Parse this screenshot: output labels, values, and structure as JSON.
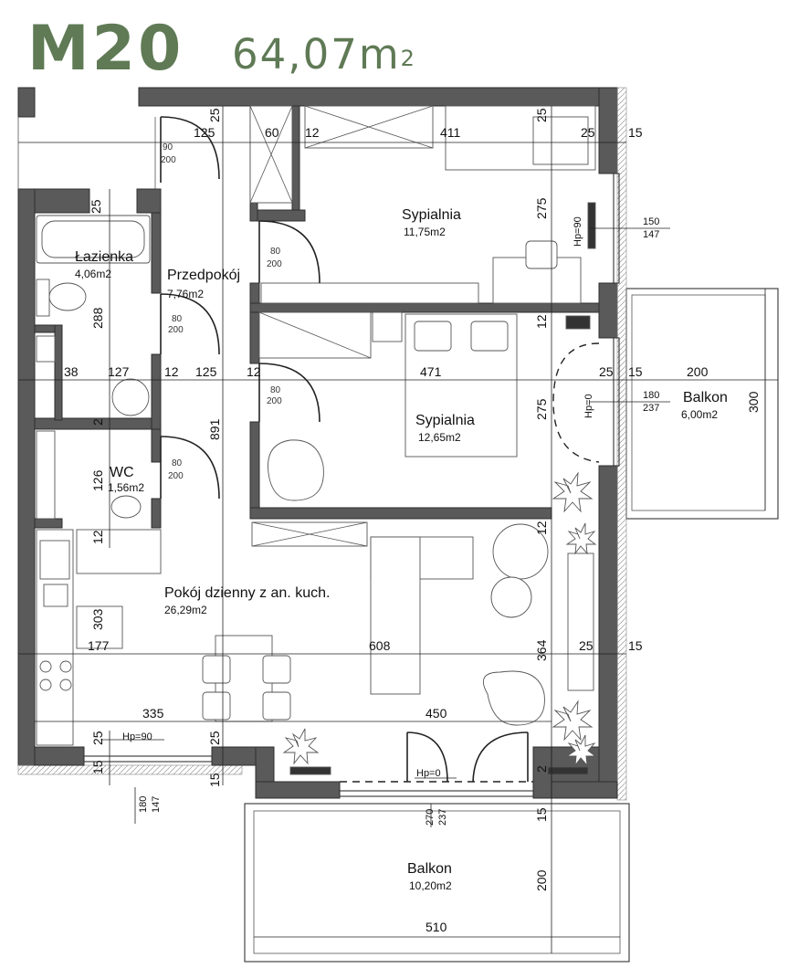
{
  "header": {
    "code": "M20",
    "area_value": "64,07m",
    "area_sup": "2",
    "accent_color": "#5f7a55"
  },
  "rooms": [
    {
      "id": "sypialnia-1",
      "name": "Sypialnia",
      "area": "11,75m2"
    },
    {
      "id": "sypialnia-2",
      "name": "Sypialnia",
      "area": "12,65m2"
    },
    {
      "id": "lazienka",
      "name": "Łazienka",
      "area": "4,06m2"
    },
    {
      "id": "przedpokoj",
      "name": "Przedpokój",
      "area": "7,76m2"
    },
    {
      "id": "wc",
      "name": "WC",
      "area": "1,56m2"
    },
    {
      "id": "pokoj-dzienny",
      "name": "Pokój dzienny z an. kuch.",
      "area": "26,29m2"
    },
    {
      "id": "balkon-east",
      "name": "Balkon",
      "area": "6,00m2"
    },
    {
      "id": "balkon-south",
      "name": "Balkon",
      "area": "10,20m2"
    }
  ],
  "dimensions": {
    "top": [
      "125",
      "60",
      "12",
      "411",
      "25",
      "15",
      "25"
    ],
    "mid": [
      "38",
      "127",
      "12",
      "125",
      "12",
      "471",
      "25",
      "15",
      "200"
    ],
    "low": [
      "177",
      "608",
      "25",
      "15"
    ],
    "bottom": [
      "335",
      "450"
    ],
    "vertical": [
      "25",
      "25",
      "288",
      "275",
      "275",
      "12",
      "12",
      "891",
      "126",
      "12",
      "303",
      "364",
      "25",
      "25",
      "15",
      "15",
      "15",
      "300",
      "200",
      "2",
      "2"
    ],
    "balcony_width": "510"
  },
  "doors": [
    {
      "w": "90",
      "h": "200"
    },
    {
      "w": "80",
      "h": "200"
    },
    {
      "w": "80",
      "h": "200"
    },
    {
      "w": "80",
      "h": "200"
    },
    {
      "w": "80",
      "h": "200"
    }
  ],
  "windows": [
    {
      "label": "Hp=90",
      "w": "150",
      "h": "147"
    },
    {
      "label": "Hp=0",
      "w": "180",
      "h": "237"
    },
    {
      "label": "Hp=90",
      "w": "180",
      "h": "147"
    },
    {
      "label": "Hp=0",
      "w": "270",
      "h": "237"
    }
  ]
}
